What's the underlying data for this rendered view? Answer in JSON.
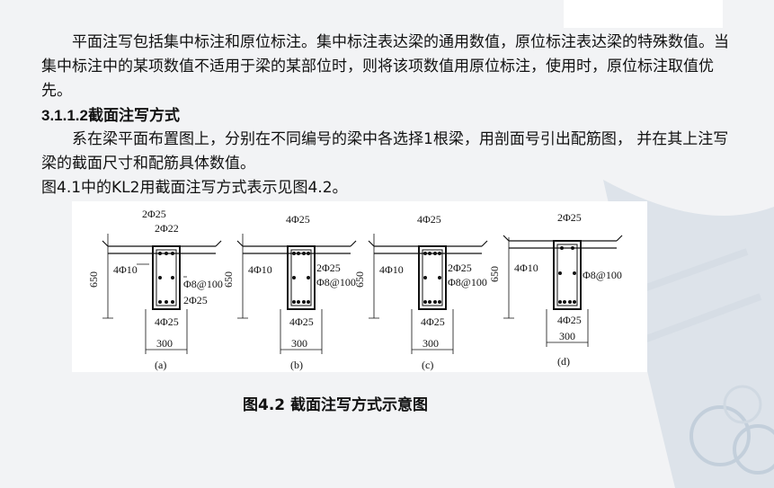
{
  "paragraphs": {
    "p1": "平面注写包括集中标注和原位标注。集中标注表达梁的通用数值，原位标注表达梁的特殊数值。当集中标注中的某项数值不适用于梁的某部位时，则将该项数值用原位标注，使用时，原位标注取值优先。",
    "heading": "3.1.1.2截面注写方式",
    "p2": "系在梁平面布置图上，分别在不同编号的梁中各选择1根梁，用剖面号引出配筋图， 并在其上注写梁的截面尺寸和配筋具体数值。",
    "p3": "图4.1中的KL2用截面注写方式表示见图4.2。"
  },
  "figure": {
    "a": {
      "top1": "2Φ25",
      "top2": "2Φ22",
      "side": "4Φ10",
      "stirrup": "Φ8@100",
      "mid": "2Φ25",
      "bottom": "4Φ25",
      "height": "650",
      "width": "300",
      "label": "(a)"
    },
    "b": {
      "top1": "4Φ25",
      "side": "4Φ10",
      "mid": "2Φ25",
      "stirrup": "Φ8@100",
      "bottom": "4Φ25",
      "height": "650",
      "width": "300",
      "label": "(b)"
    },
    "c": {
      "top1": "4Φ25",
      "side": "4Φ10",
      "mid": "2Φ25",
      "stirrup": "Φ8@100",
      "bottom": "4Φ25",
      "height": "650",
      "width": "300",
      "label": "(c)"
    },
    "d": {
      "top1": "2Φ25",
      "side": "4Φ10",
      "stirrup": "Φ8@100",
      "bottom": "4Φ25",
      "height": "650",
      "width": "300",
      "label": "(d)"
    }
  },
  "caption": "图4.2 截面注写方式示意图",
  "colors": {
    "background": "#f2f3f5",
    "deco": "#c9d3de"
  }
}
